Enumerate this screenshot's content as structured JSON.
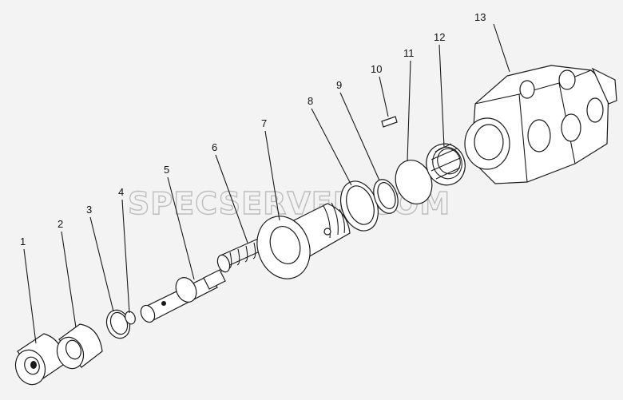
{
  "watermark": "SPECSERVER.COM",
  "callouts": [
    "1",
    "2",
    "3",
    "4",
    "5",
    "6",
    "7",
    "8",
    "9",
    "10",
    "11",
    "12",
    "13"
  ]
}
